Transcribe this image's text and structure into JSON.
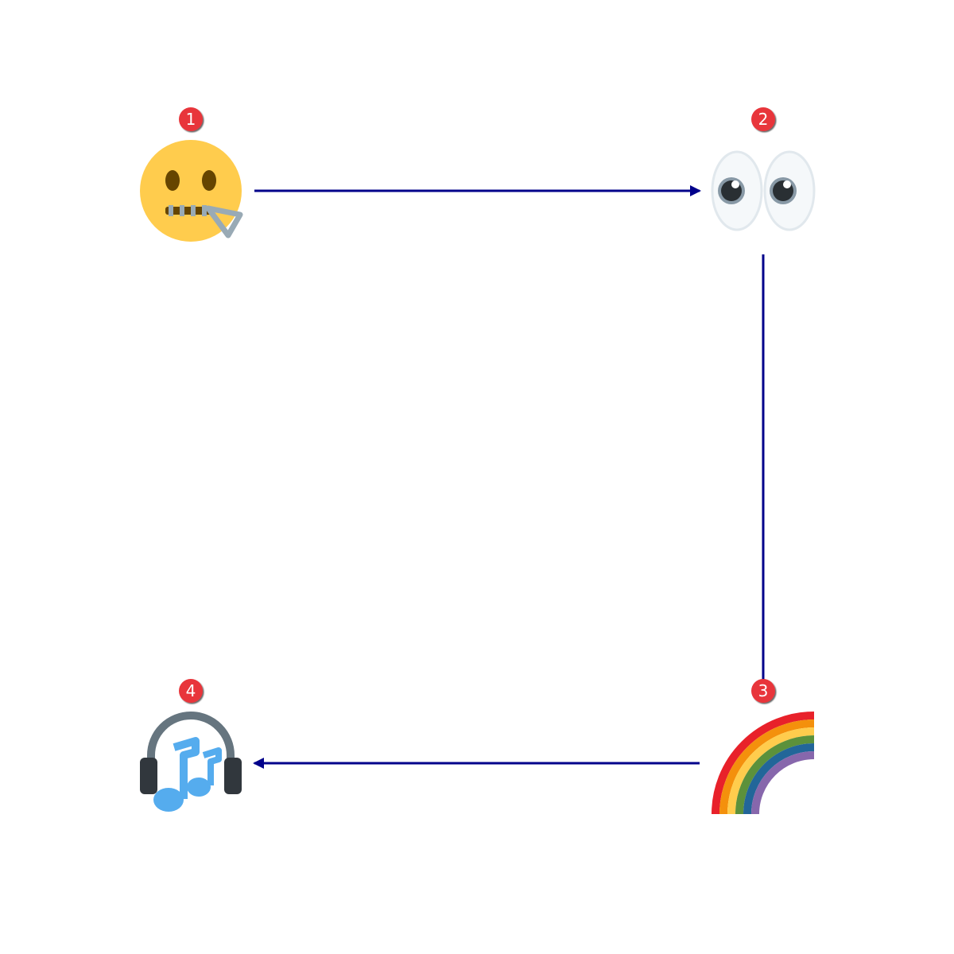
{
  "nodes": [
    {
      "id": "1",
      "badge": "1",
      "icon": "zipper-mouth-face-icon"
    },
    {
      "id": "2",
      "badge": "2",
      "icon": "eyes-icon"
    },
    {
      "id": "3",
      "badge": "3",
      "icon": "rainbow-icon"
    },
    {
      "id": "4",
      "badge": "4",
      "icon": "headphones-music-icon"
    }
  ],
  "edges": [
    {
      "from": "1",
      "to": "2",
      "arrowhead": true
    },
    {
      "from": "2",
      "to": "3",
      "arrowhead": false
    },
    {
      "from": "3",
      "to": "4",
      "arrowhead": true
    }
  ],
  "colors": {
    "edge": "#00008b",
    "badge_fill": "#e8343a",
    "badge_text": "#ffffff"
  }
}
